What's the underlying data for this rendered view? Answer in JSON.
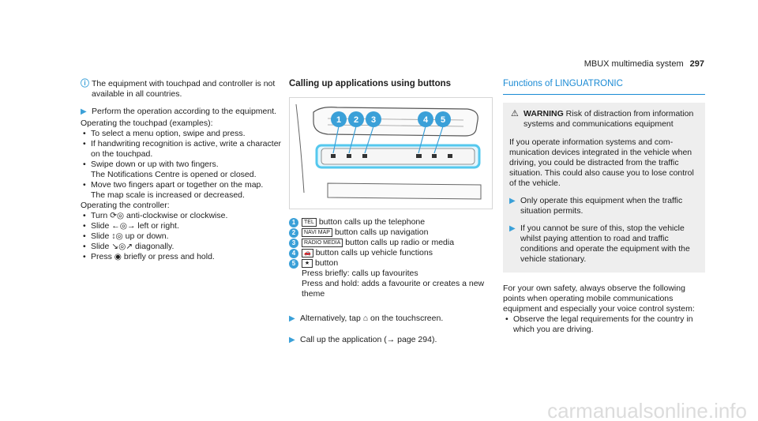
{
  "header": {
    "title": "MBUX multimedia system",
    "page_number": "297"
  },
  "col1": {
    "note": "The equipment with touchpad and controller is not available in all countries.",
    "step1": "Perform the operation according to the equip­ment.",
    "touchpad_heading": "Operating the touchpad (examples):",
    "touchpad_items": [
      "To select a menu option, swipe and press.",
      "If handwriting recognition is active, write a character on the touchpad.",
      "Swipe down or up with two fingers."
    ],
    "touchpad_sub": "The Notifications Centre is opened or closed.",
    "touchpad_item4": "Move two fingers apart or together on the map.",
    "touchpad_sub2": "The map scale is increased or decreased.",
    "controller_heading": "Operating the controller:",
    "controller_items": [
      {
        "pre": "Turn",
        "sym": "⟳◎",
        "post": "anti-clockwise or clockwise."
      },
      {
        "pre": "Slide",
        "sym": "←◎→",
        "post": "left or right."
      },
      {
        "pre": "Slide",
        "sym": "↕◎",
        "post": "up or down."
      },
      {
        "pre": "Slide",
        "sym": "↘◎↗",
        "post": "diagonally."
      },
      {
        "pre": "Press",
        "sym": "◉",
        "post": "briefly or press and hold."
      }
    ]
  },
  "col2": {
    "heading": "Calling up applications using buttons",
    "figure_labels": [
      "1",
      "2",
      "3",
      "4",
      "5"
    ],
    "legend": [
      {
        "num": "1",
        "sym": "TEL",
        "text": "button calls up the telephone"
      },
      {
        "num": "2",
        "sym": "NAVI MAP",
        "text": "button calls up navigation"
      },
      {
        "num": "3",
        "sym": "RADIO MEDIA",
        "text": "button calls up radio or media"
      },
      {
        "num": "4",
        "sym": "🚗",
        "text": "button calls up vehicle functions"
      },
      {
        "num": "5",
        "sym": "★",
        "text": "button"
      }
    ],
    "legend5_line2": "Press briefly: calls up favourites",
    "legend5_line3": "Press and hold: adds a favourite or creates a new theme",
    "step_alt": "Alternatively, tap ⌂ on the touchscreen.",
    "step_call": "Call up the application (→ page 294)."
  },
  "col3": {
    "heading": "Functions of LINGUATRONIC",
    "warning_title": "WARNING",
    "warning_lead": "Risk of distraction from infor­mation systems and communications equipment",
    "warning_body": "If you operate information systems and com­munication devices integrated in the vehicle when driving, you could be distracted from the traffic situation. This could also cause you to lose control of the vehicle.",
    "warning_step1": "Only operate this equipment when the traffic situation permits.",
    "warning_step2": "If you cannot be sure of this, stop the vehicle whilst paying attention to road and traffic conditions and operate the equipment with the vehicle stationary.",
    "body": "For your own safety, always observe the following points when operating mobile communications equipment and especially your voice control sys­tem:",
    "bullet": "Observe the legal requirements for the coun­try in which you are driving."
  },
  "colors": {
    "accent": "#3aa0d8",
    "link": "#1a8ad4",
    "warning_bg": "#eeeeee"
  },
  "watermark": "carmanualsonline.info"
}
